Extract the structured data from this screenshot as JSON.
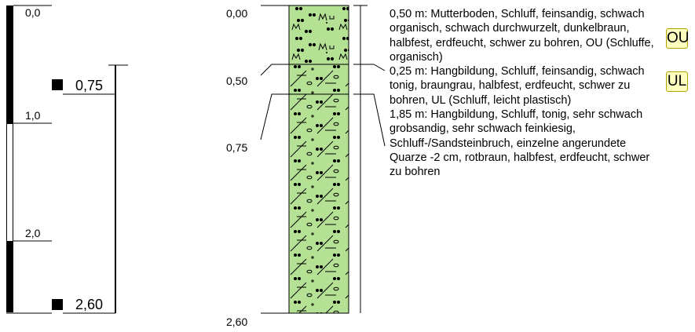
{
  "scale": {
    "ticks": [
      "0,0",
      "1,0",
      "2,0"
    ],
    "max_depth": 2.6
  },
  "markers": [
    {
      "label": "0,75",
      "depth": 0.75
    },
    {
      "label": "2,60",
      "depth": 2.6
    }
  ],
  "column": {
    "fill_color": "#b5e195",
    "top": 0.0,
    "bottom": 2.6,
    "depth_labels": [
      "0,00",
      "0,50",
      "0,75",
      "2,60"
    ]
  },
  "layers": [
    {
      "top": 0.0,
      "bottom": 0.5,
      "pattern": "mutterboden",
      "description": "0,50 m: Mutterboden, Schluff, feinsandig, schwach organisch, schwach durchwurzelt, dunkelbraun, halbfest, erdfeucht, schwer zu bohren, OU (Schluffe, organisch)",
      "code": "OU"
    },
    {
      "top": 0.5,
      "bottom": 0.75,
      "pattern": "hangbildung",
      "description": "0,25 m: Hangbildung, Schluff, feinsandig, schwach tonig, braungrau, halbfest, erdfeucht, schwer zu bohren, UL (Schluff, leicht plastisch)",
      "code": "UL"
    },
    {
      "top": 0.75,
      "bottom": 2.6,
      "pattern": "hangbildung",
      "description": "1,85 m: Hangbildung, Schluff, tonig, sehr schwach grobsandig, sehr schwach feinkiesig, Schluff-/Sandsteinbruch, einzelne angerundete Quarze -2 cm, rotbraun, halbfest, erdfeucht, schwer zu bohren",
      "code": ""
    }
  ]
}
